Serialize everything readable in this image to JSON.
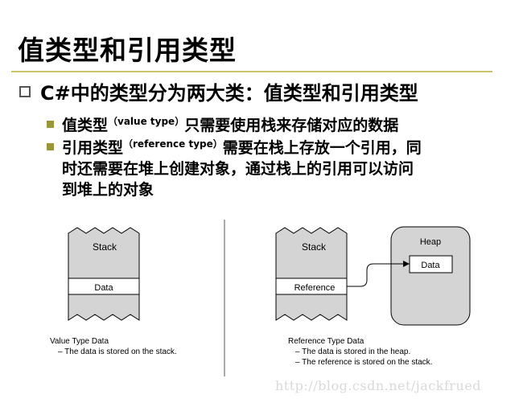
{
  "title": "值类型和引用类型",
  "bullet1": "C#中的类型分为两大类：值类型和引用类型",
  "bullet2": {
    "term": "值类型",
    "en": "（value type）",
    "rest": "只需要使用栈来存储对应的数据"
  },
  "bullet3": {
    "term": "引用类型",
    "en": "（reference type）",
    "rest": "需要在栈上存放一个引用，同",
    "line2": "时还需要在堆上创建对象，通过栈上的引用可以访问",
    "line3": "到堆上的对象"
  },
  "diagram_left": {
    "stack_label": "Stack",
    "data_label": "Data",
    "caption_title": "Value Type Data",
    "caption_line": "– The data is stored on the stack."
  },
  "diagram_right": {
    "stack_label": "Stack",
    "ref_label": "Reference",
    "heap_label": "Heap",
    "heap_data_label": "Data",
    "caption_title": "Reference Type Data",
    "caption_line1": "– The data is stored in the heap.",
    "caption_line2": "– The reference is stored on the stack."
  },
  "watermark": "http://blog.csdn.net/jackfrued",
  "colors": {
    "title_rule": "#c8c26a",
    "bullet_square": "#9a9638",
    "stack_fill": "#d4d4d4",
    "heap_fill": "#d4d4d4"
  }
}
